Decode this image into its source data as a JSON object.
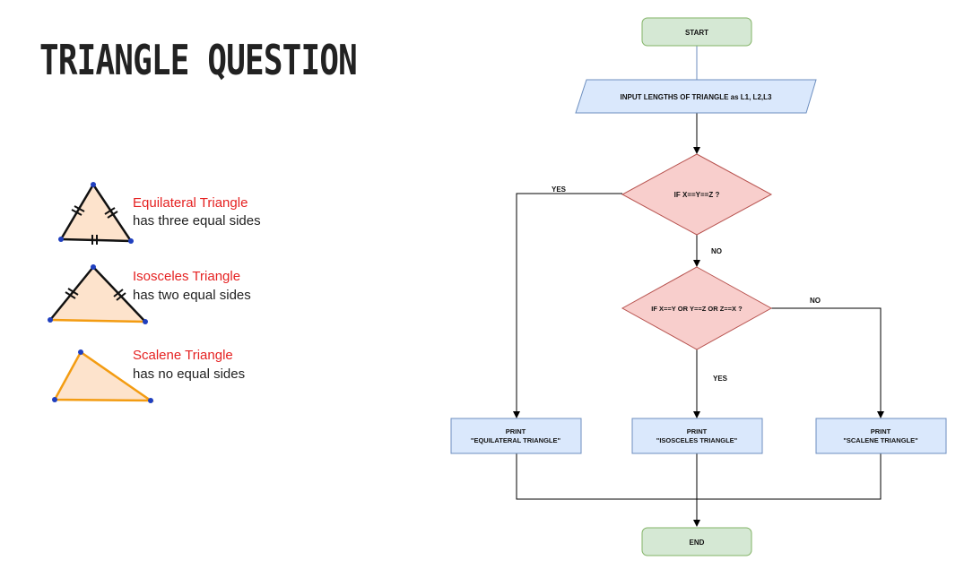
{
  "title": "TRIANGLE QUESTION",
  "triangles": [
    {
      "name": "Equilateral Triangle",
      "desc": "has three equal sides"
    },
    {
      "name": "Isosceles Triangle",
      "desc": "has two equal sides"
    },
    {
      "name": "Scalene Triangle",
      "desc": "has no equal sides"
    }
  ],
  "flowchart": {
    "start": "START",
    "input": "INPUT LENGTHS OF TRIANGLE as L1, L2,L3",
    "decision1": "IF X==Y==Z ?",
    "decision2": "IF X==Y OR Y==Z OR Z==X ?",
    "yes1": "YES",
    "no1": "NO",
    "yes2": "YES",
    "no2": "NO",
    "print_equilateral": {
      "line1": "PRINT",
      "line2": "\"EQUILATERAL TRIANGLE\""
    },
    "print_isosceles": {
      "line1": "PRINT",
      "line2": "\"ISOSCELES TRIANGLE\""
    },
    "print_scalene": {
      "line1": "PRINT",
      "line2": "\"SCALENE TRIANGLE\""
    },
    "end": "END"
  },
  "colors": {
    "terminal_fill": "#d5e8d4",
    "terminal_stroke": "#82b366",
    "io_fill": "#dae8fc",
    "io_stroke": "#6c8ebf",
    "decision_fill": "#f8cecc",
    "decision_stroke": "#b85450",
    "triangle_fill": "#fde3cc",
    "orange_edge": "#f39c12"
  }
}
